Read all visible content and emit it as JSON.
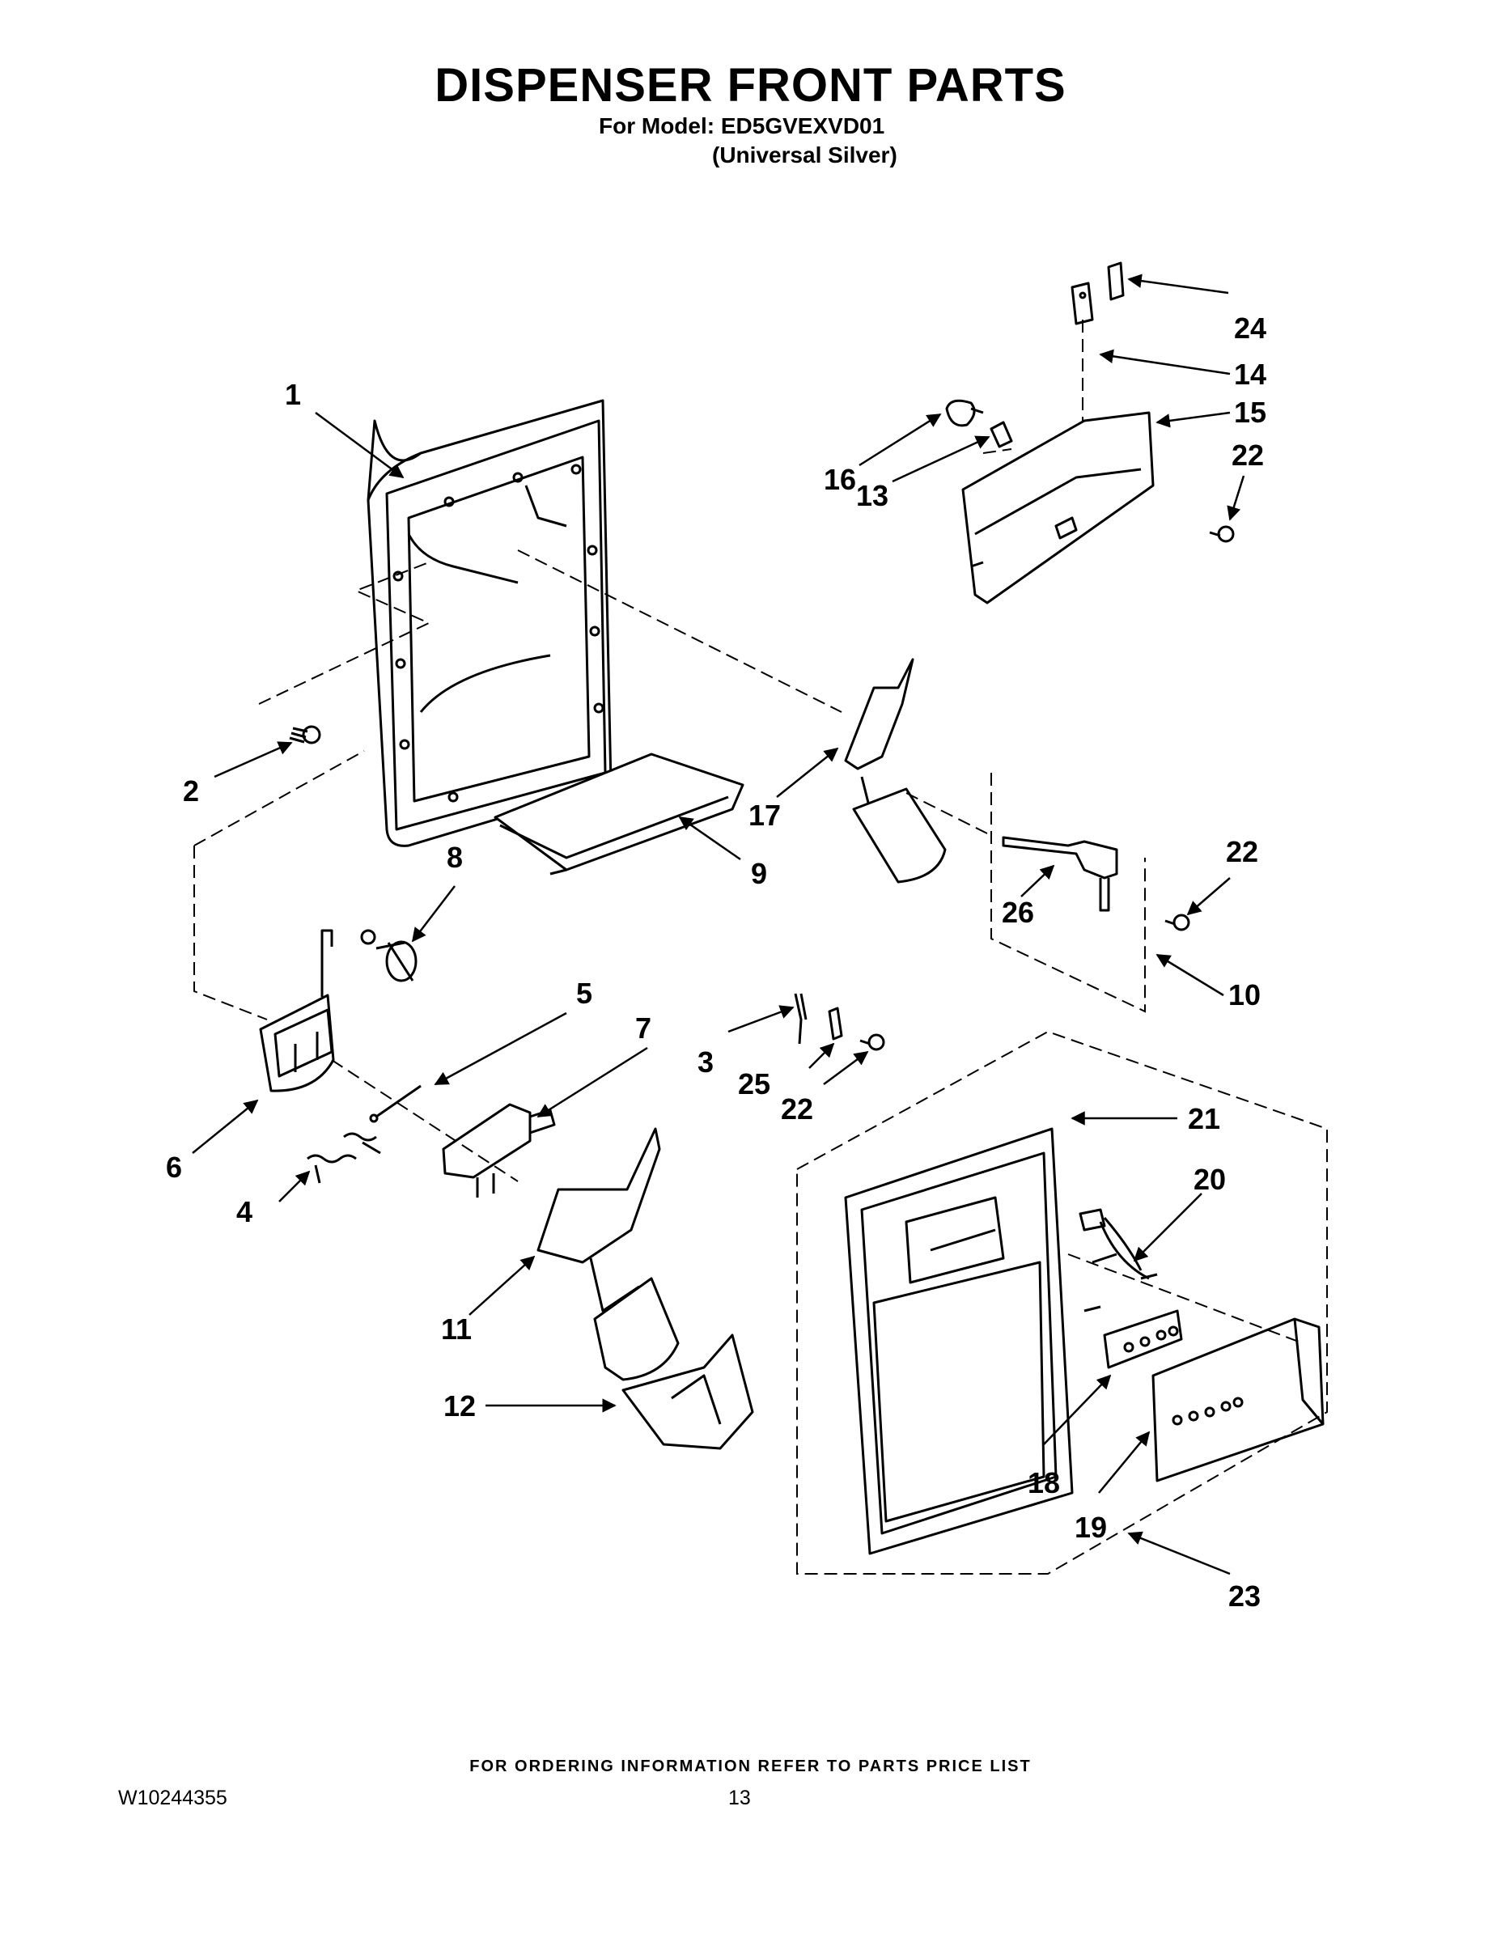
{
  "header": {
    "title": "DISPENSER FRONT PARTS",
    "model_line": "For Model: ED5GVEXVD01",
    "color_line": "(Universal Silver)"
  },
  "callouts": [
    {
      "id": "c1",
      "text": "1"
    },
    {
      "id": "c2",
      "text": "2"
    },
    {
      "id": "c3",
      "text": "3"
    },
    {
      "id": "c4",
      "text": "4"
    },
    {
      "id": "c5",
      "text": "5"
    },
    {
      "id": "c6",
      "text": "6"
    },
    {
      "id": "c7",
      "text": "7"
    },
    {
      "id": "c8",
      "text": "8"
    },
    {
      "id": "c9",
      "text": "9"
    },
    {
      "id": "c10",
      "text": "10"
    },
    {
      "id": "c11",
      "text": "11"
    },
    {
      "id": "c12",
      "text": "12"
    },
    {
      "id": "c13",
      "text": "13"
    },
    {
      "id": "c14",
      "text": "14"
    },
    {
      "id": "c15",
      "text": "15"
    },
    {
      "id": "c16",
      "text": "16"
    },
    {
      "id": "c17",
      "text": "17"
    },
    {
      "id": "c18",
      "text": "18"
    },
    {
      "id": "c19",
      "text": "19"
    },
    {
      "id": "c20",
      "text": "20"
    },
    {
      "id": "c21",
      "text": "21"
    },
    {
      "id": "c22a",
      "text": "22"
    },
    {
      "id": "c22b",
      "text": "22"
    },
    {
      "id": "c22c",
      "text": "22"
    },
    {
      "id": "c23",
      "text": "23"
    },
    {
      "id": "c24",
      "text": "24"
    },
    {
      "id": "c25",
      "text": "25"
    },
    {
      "id": "c26",
      "text": "26"
    }
  ],
  "footer": {
    "ordering_info": "FOR ORDERING INFORMATION REFER TO PARTS PRICE LIST",
    "doc_number": "W10244355",
    "page_number": "13"
  }
}
